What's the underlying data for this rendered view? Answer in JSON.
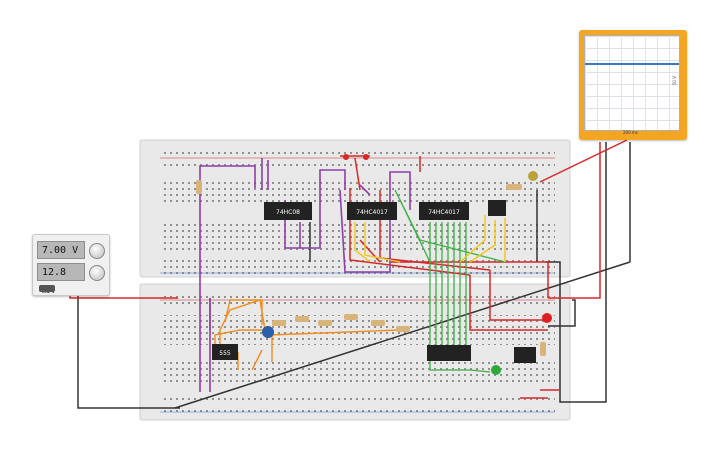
{
  "power_supply": {
    "voltage": "7.00 V",
    "current": "12.8 mA"
  },
  "oscilloscope": {
    "readout": "200 ms",
    "side_label": "50 V"
  },
  "chips": {
    "and_gate": "74HC08",
    "counter_1": "74HC4017",
    "counter_2": "74HC4017",
    "timer": "555"
  },
  "colors": {
    "breadboard": "#e9e9e9",
    "scope_body": "#f4a623",
    "wire_purple": "#8e3fa8",
    "wire_red": "#d62828",
    "wire_green": "#3cb043",
    "wire_yellow": "#f2c511",
    "wire_orange": "#f28c1e",
    "wire_black": "#333333"
  }
}
